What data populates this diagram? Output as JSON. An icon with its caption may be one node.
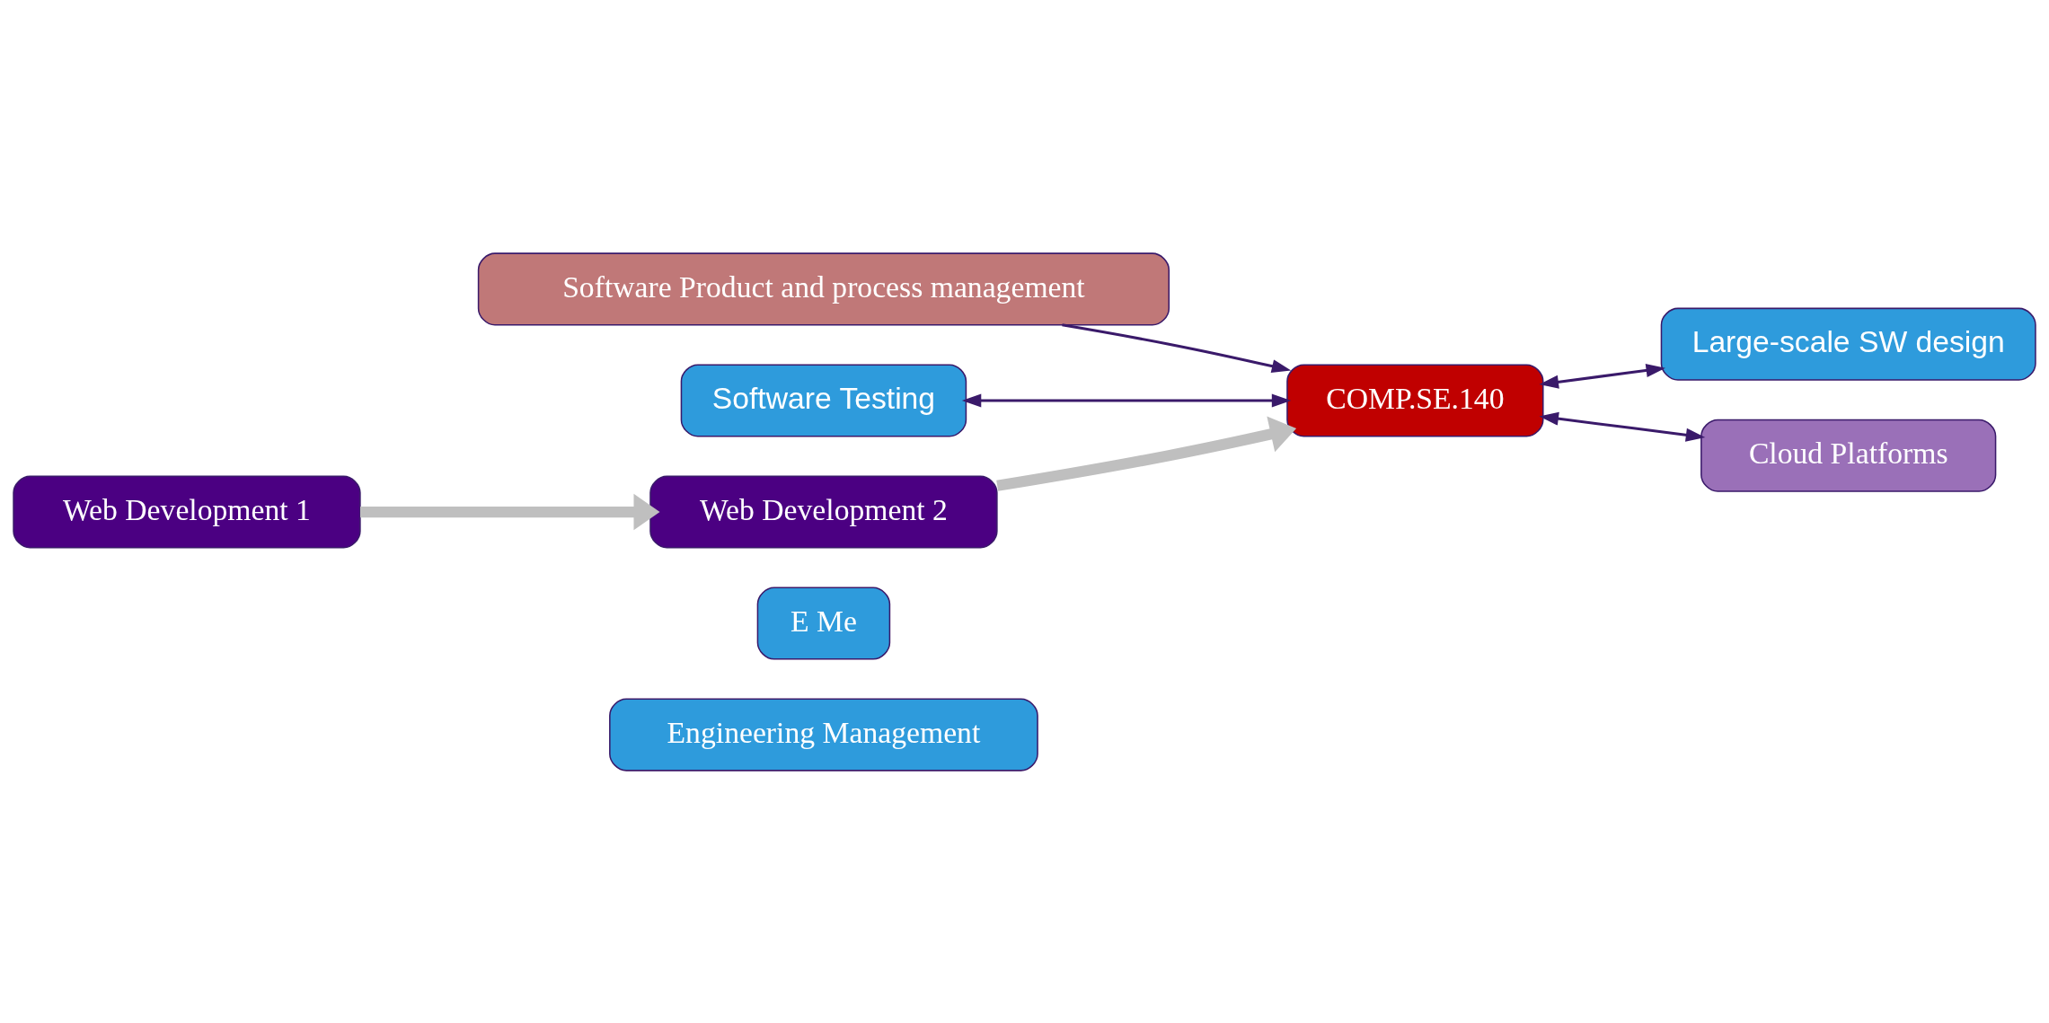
{
  "diagram": {
    "nodes": [
      {
        "text": [
          "Engineering Management"
        ]
      },
      {
        "text": [
          "E Me"
        ]
      },
      {
        "text": [
          "Software Product and process management"
        ]
      },
      {
        "text": [
          "Software Testing"
        ]
      },
      {
        "text": [
          "Web Development 1"
        ]
      },
      {
        "text": [
          "Web Development 2"
        ]
      },
      {
        "text": [
          "COMP.SE.140"
        ]
      },
      {
        "text": [
          "Large-scale SW design"
        ]
      },
      {
        "text": [
          "Cloud Platforms"
        ]
      }
    ],
    "edges": [
      {
        "from": 4,
        "to": 5,
        "arrow": "to",
        "style": "thick",
        "color": "#bfbfbf"
      },
      {
        "from": 5,
        "to": 6,
        "arrow": "to",
        "style": "thick",
        "color": "#bfbfbf"
      },
      {
        "from": 2,
        "to": 6,
        "arrow": "to"
      },
      {
        "from": 3,
        "to": 6,
        "arrow": "both"
      },
      {
        "from": 6,
        "to": 7,
        "arrow": "both"
      },
      {
        "from": 6,
        "to": 8,
        "arrow": "both"
      }
    ]
  }
}
